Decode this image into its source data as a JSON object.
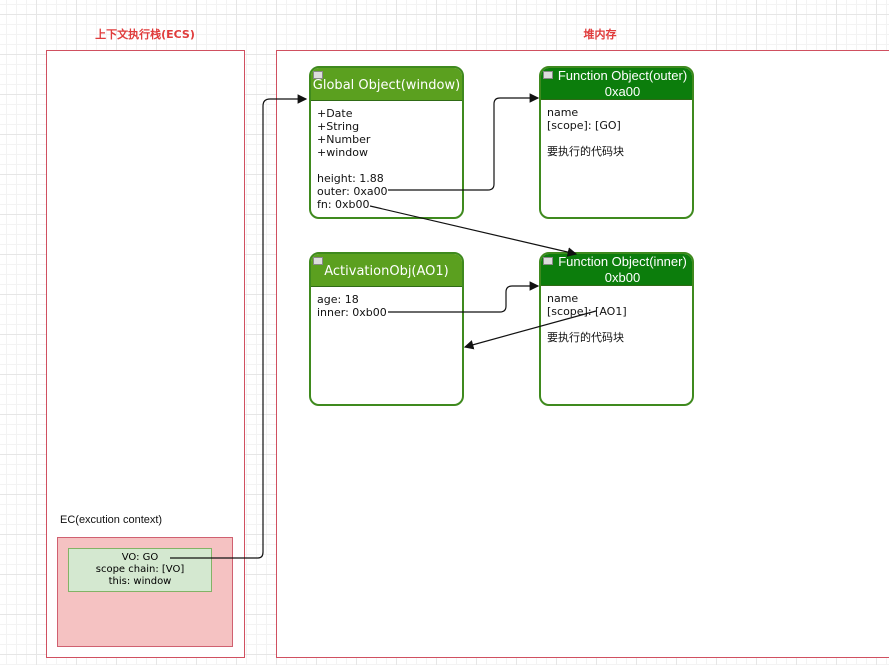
{
  "stack": {
    "title": "上下文执行栈(ECS)",
    "ec_label": "EC(excution context)",
    "vo_lines": [
      "VO: GO",
      "scope chain: [VO]",
      "this: window"
    ]
  },
  "heap": {
    "title": "堆内存",
    "global": {
      "title": "Global Object(window)",
      "lines": [
        "+Date",
        "+String",
        "+Number",
        "+window",
        "",
        "height: 1.88",
        "outer: 0xa00",
        "fn: 0xb00"
      ]
    },
    "outer": {
      "title": "Function Object(outer)",
      "address": "0xa00",
      "lines": [
        "name",
        "[scope]: [GO]",
        "",
        "要执行的代码块"
      ]
    },
    "ao": {
      "title": "ActivationObj(AO1)",
      "lines": [
        "age: 18",
        "inner: 0xb00"
      ]
    },
    "inner": {
      "title": "Function Object(inner)",
      "address": "0xb00",
      "lines": [
        "name",
        "[scope]: [AO1]",
        "",
        "要执行的代码块"
      ]
    }
  },
  "colors": {
    "frame": "#d05060",
    "title": "#e03c3c",
    "header_light": "#5ba01f",
    "header_dark": "#0c7d0c",
    "ec_fill": "#f5c2c2",
    "vo_fill": "#d4e8d0"
  }
}
